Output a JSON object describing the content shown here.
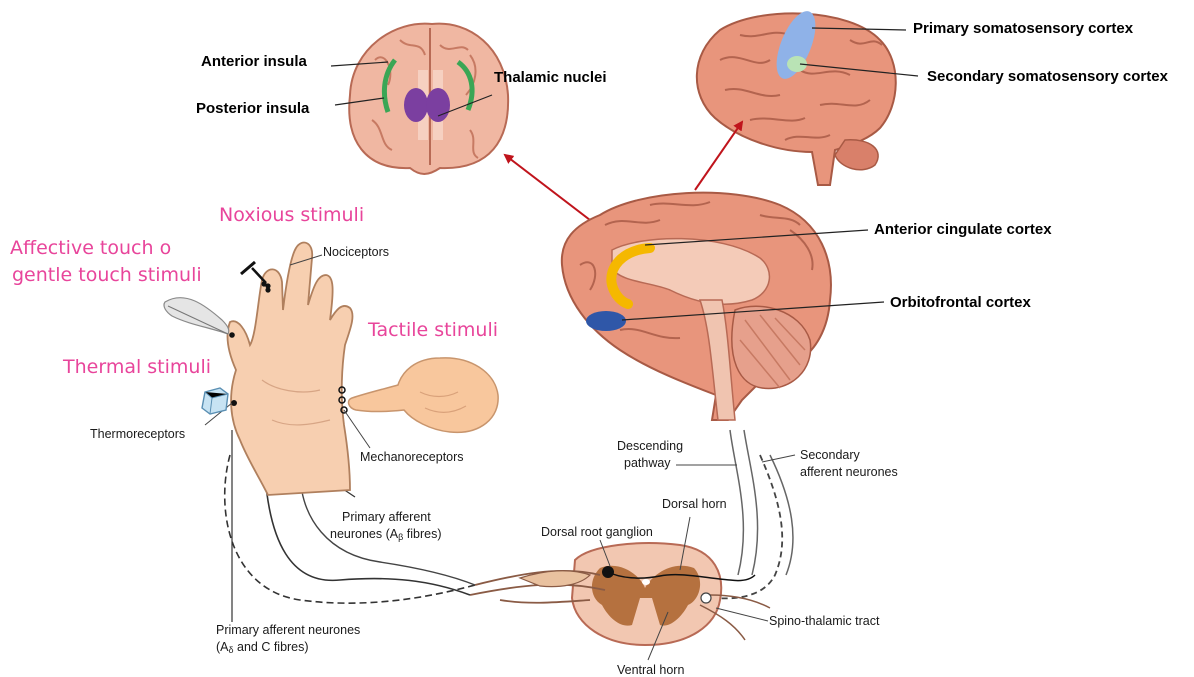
{
  "brain_labels": {
    "anterior_insula": "Anterior insula",
    "posterior_insula": "Posterior insula",
    "thalamic_nuclei": "Thalamic nuclei",
    "primary_somatosensory": "Primary somatosensory cortex",
    "secondary_somatosensory": "Secondary somatosensory cortex",
    "anterior_cingulate": "Anterior cingulate cortex",
    "orbitofrontal": "Orbitofrontal cortex"
  },
  "stimuli": {
    "noxious": "Noxious stimuli",
    "affective_line1": "Affective touch o",
    "affective_line2": "gentle touch stimuli",
    "tactile": "Tactile stimuli",
    "thermal": "Thermal stimuli"
  },
  "receptors": {
    "nociceptors": "Nociceptors",
    "thermoreceptors": "Thermoreceptors",
    "mechanoreceptors": "Mechanoreceptors"
  },
  "pathway_labels": {
    "descending_1": "Descending",
    "descending_2": "pathway",
    "secondary_afferent_1": "Secondary",
    "secondary_afferent_2": "afferent neurones",
    "dorsal_horn": "Dorsal horn",
    "dorsal_root_ganglion": "Dorsal root ganglion",
    "primary_ab_1": "Primary afferent",
    "primary_ab_2_prefix": "neurones (A",
    "primary_ab_2_sub": "β",
    "primary_ab_2_suffix": " fibres)",
    "spinothalamic": "Spino-thalamic tract",
    "ventral_horn": "Ventral horn",
    "primary_adc_1": "Primary afferent neurones",
    "primary_adc_2_prefix": "(A",
    "primary_adc_2_sub": "δ",
    "primary_adc_2_suffix": " and C fibres)"
  },
  "colors": {
    "insula": "#3aa655",
    "thalamus": "#7b3fa0",
    "primary_cortex": "#8fb2e8",
    "secondary_cortex": "#b9e3b5",
    "cingulate": "#f5b800",
    "orbitofrontal": "#2f57a8",
    "arrow": "#c0141c",
    "stimulus_text": "#e8459b",
    "brain_tissue": "#e8957c"
  }
}
